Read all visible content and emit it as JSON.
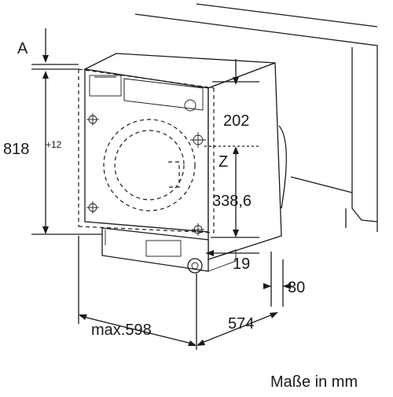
{
  "labels": {
    "a": "A",
    "height": "818",
    "height_tolerance": "+12",
    "d202": "202",
    "z": "Z",
    "d338": "338,6",
    "d19": "19",
    "d30": "30",
    "width": "max.598",
    "depth": "574",
    "units": "Maße in mm"
  }
}
